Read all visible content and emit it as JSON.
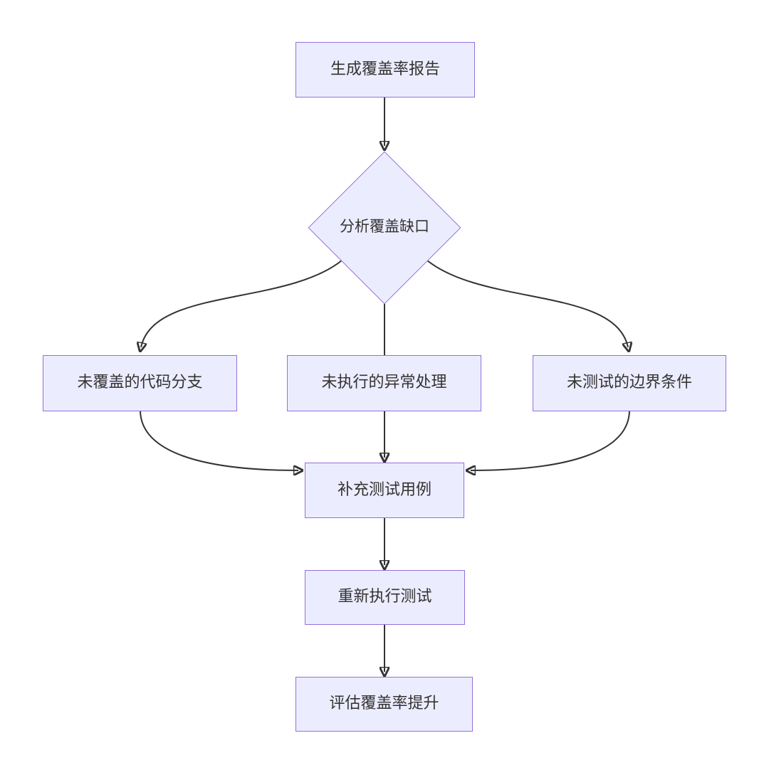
{
  "diagram": {
    "type": "flowchart",
    "direction": "top-down",
    "nodes": [
      {
        "id": "generate-report",
        "shape": "rect",
        "label": "生成覆盖率报告"
      },
      {
        "id": "analyze-gaps",
        "shape": "diamond",
        "label": "分析覆盖缺口"
      },
      {
        "id": "uncovered-branches",
        "shape": "rect",
        "label": "未覆盖的代码分支"
      },
      {
        "id": "unexecuted-exception",
        "shape": "rect",
        "label": "未执行的异常处理"
      },
      {
        "id": "untested-boundary",
        "shape": "rect",
        "label": "未测试的边界条件"
      },
      {
        "id": "add-test-cases",
        "shape": "rect",
        "label": "补充测试用例"
      },
      {
        "id": "rerun-tests",
        "shape": "rect",
        "label": "重新执行测试"
      },
      {
        "id": "evaluate-improvement",
        "shape": "rect",
        "label": "评估覆盖率提升"
      }
    ],
    "edges": [
      {
        "from": "generate-report",
        "to": "analyze-gaps"
      },
      {
        "from": "analyze-gaps",
        "to": "uncovered-branches"
      },
      {
        "from": "analyze-gaps",
        "to": "unexecuted-exception"
      },
      {
        "from": "analyze-gaps",
        "to": "untested-boundary"
      },
      {
        "from": "uncovered-branches",
        "to": "add-test-cases"
      },
      {
        "from": "unexecuted-exception",
        "to": "add-test-cases"
      },
      {
        "from": "untested-boundary",
        "to": "add-test-cases"
      },
      {
        "from": "add-test-cases",
        "to": "rerun-tests"
      },
      {
        "from": "rerun-tests",
        "to": "evaluate-improvement"
      }
    ],
    "colors": {
      "node_fill": "#ECECFF",
      "node_border": "#9370DB",
      "edge": "#333333",
      "text": "#333333",
      "background": "#FFFFFF"
    }
  }
}
